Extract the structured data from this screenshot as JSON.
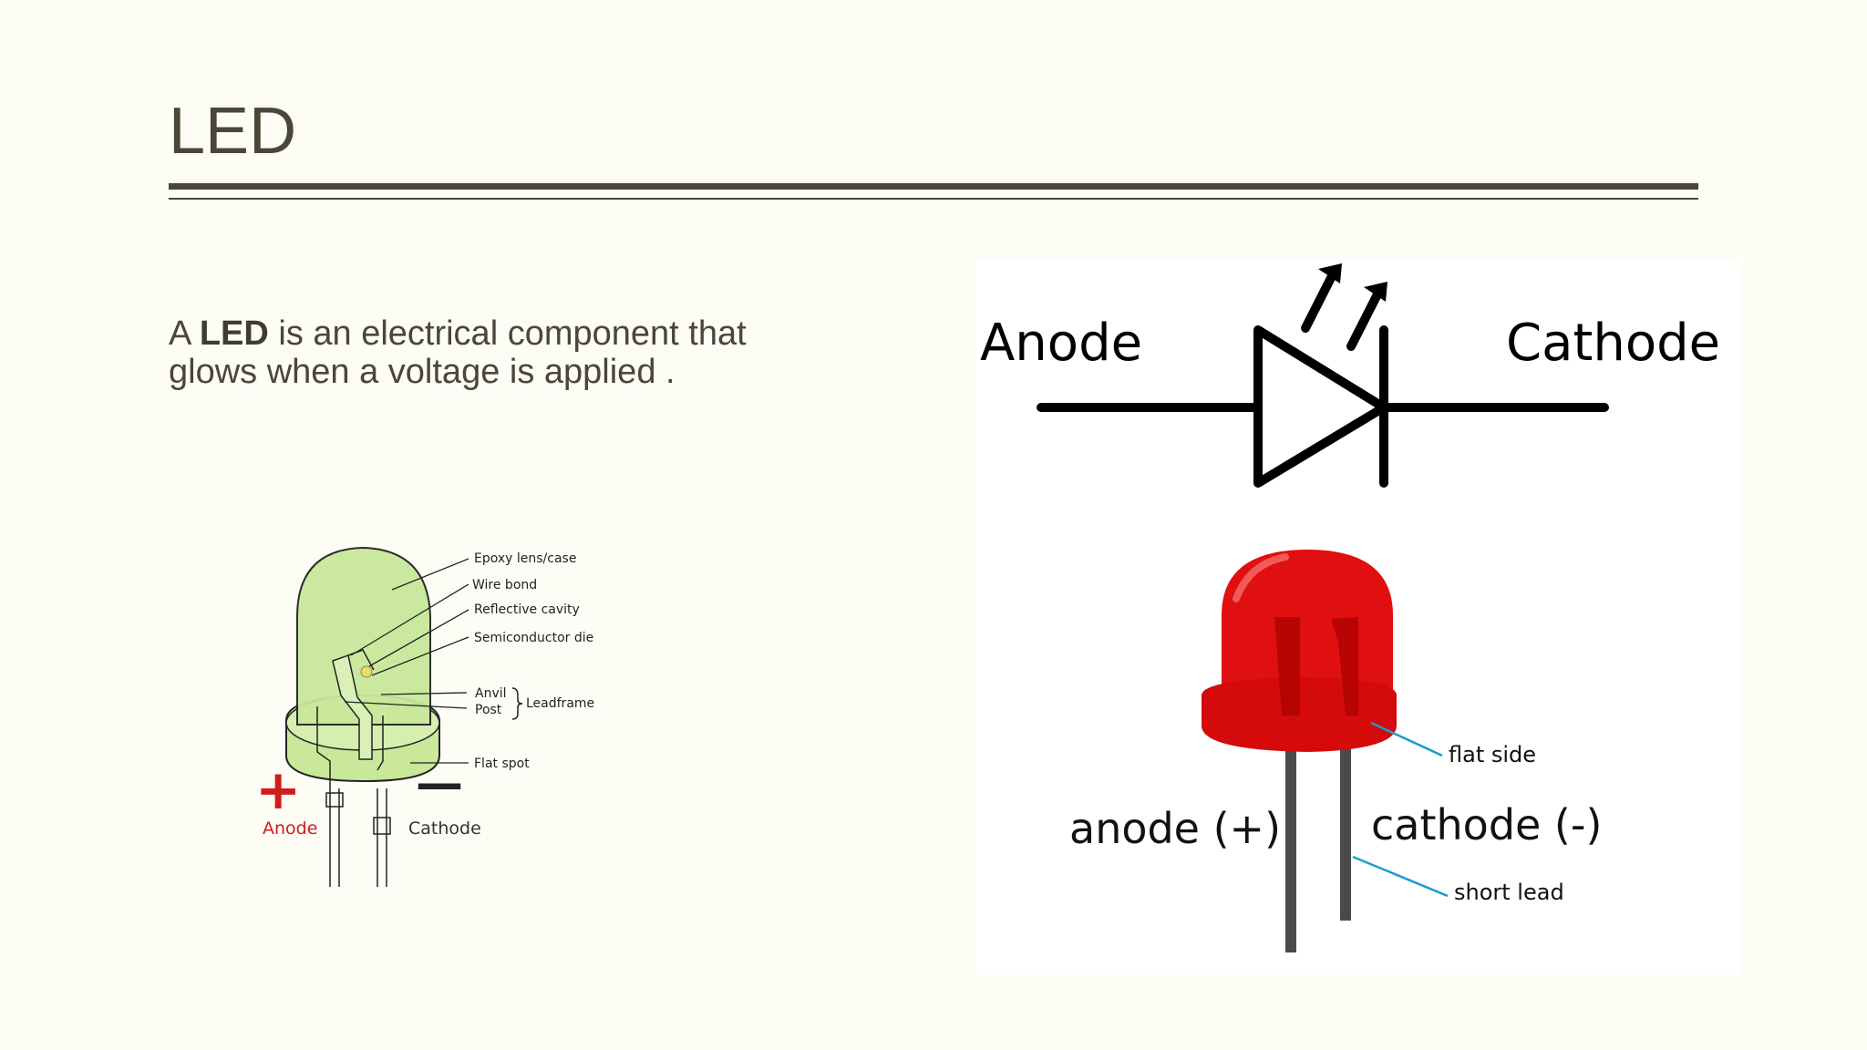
{
  "slide": {
    "title": "LED",
    "body": {
      "prefix": "A ",
      "bold": "LED",
      "suffix": " is an electrical component that glows when a voltage is applied ."
    }
  },
  "left_figure": {
    "labels": {
      "epoxy": "Epoxy lens/case",
      "wire": "Wire bond",
      "cavity": "Reflective cavity",
      "die": "Semiconductor die",
      "anvil": "Anvil",
      "post": "Post",
      "leadframe": "Leadframe",
      "flat": "Flat spot"
    },
    "plus": "+",
    "minus": "—",
    "anode": "Anode",
    "cathode": "Cathode",
    "colors": {
      "body": "#c9e89a",
      "anode": "#d01c1c"
    }
  },
  "symbol": {
    "anode": "Anode",
    "cathode": "Cathode"
  },
  "photo_figure": {
    "flat_side": "flat side",
    "anode_label": "anode (+)",
    "cathode_label": "cathode (-)",
    "short_lead": "short lead",
    "colors": {
      "led": "#e01010",
      "pointer": "#1a9bd0"
    }
  }
}
